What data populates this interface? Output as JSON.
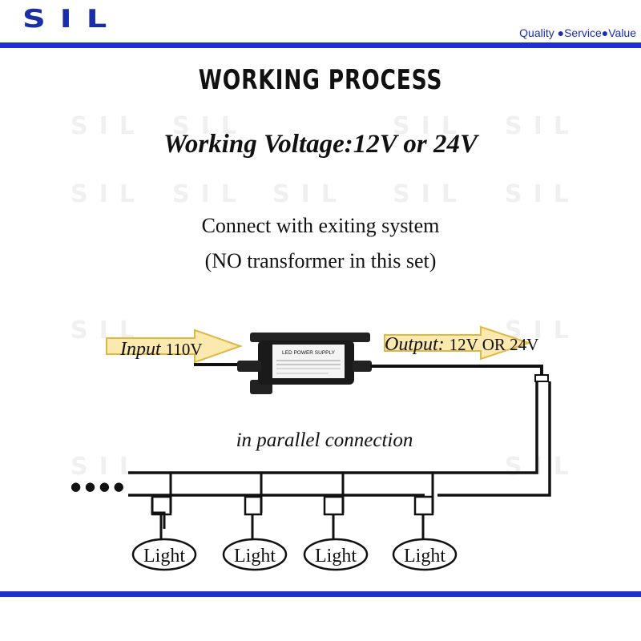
{
  "header": {
    "logo": "SIL",
    "tagline": "Quality ●Service●Value"
  },
  "title": "WORKING PROCESS",
  "voltage_line": "Working Voltage:12V or 24V",
  "connect_line_1": "Connect with exiting system",
  "connect_line_2": "(NO transformer in this set)",
  "diagram": {
    "input_label": "Input",
    "input_value": "110V",
    "output_label": "Output:",
    "output_value": "12V OR 24V",
    "power_supply_label": "LED POWER SUPPLY",
    "parallel_label": "in parallel connection",
    "ellipsis": "● ● ● ●",
    "lights": [
      "Light",
      "Light",
      "Light",
      "Light"
    ]
  },
  "colors": {
    "brand_blue": "#1f2fd6",
    "arrow_yellow": "#f5d77a"
  }
}
